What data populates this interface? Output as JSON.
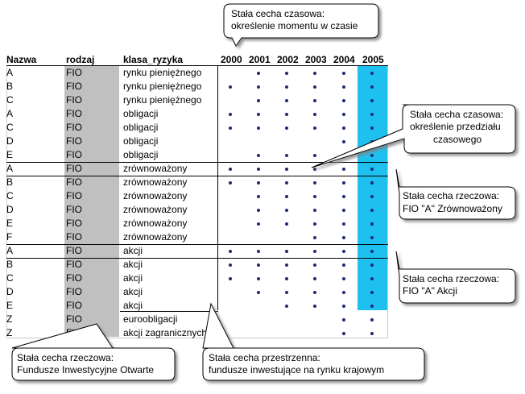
{
  "headers": {
    "nazwa": "Nazwa",
    "rodzaj": "rodzaj",
    "klasa": "klasa_ryzyka",
    "years": [
      "2000",
      "2001",
      "2002",
      "2003",
      "2004",
      "2005"
    ]
  },
  "rows": [
    {
      "nazwa": "A",
      "rodzaj": "FIO",
      "klasa": "rynku pieniężnego",
      "dots": [
        0,
        1,
        1,
        1,
        1,
        1
      ]
    },
    {
      "nazwa": "B",
      "rodzaj": "FIO",
      "klasa": "rynku pieniężnego",
      "dots": [
        1,
        1,
        1,
        1,
        1,
        1
      ]
    },
    {
      "nazwa": "C",
      "rodzaj": "FIO",
      "klasa": "rynku pieniężnego",
      "dots": [
        0,
        1,
        1,
        1,
        1,
        1
      ]
    },
    {
      "nazwa": "A",
      "rodzaj": "FIO",
      "klasa": "obligacji",
      "dots": [
        1,
        1,
        1,
        1,
        1,
        1
      ]
    },
    {
      "nazwa": "C",
      "rodzaj": "FIO",
      "klasa": "obligacji",
      "dots": [
        1,
        1,
        1,
        1,
        1,
        1
      ]
    },
    {
      "nazwa": "D",
      "rodzaj": "FIO",
      "klasa": "obligacji",
      "dots": [
        0,
        0,
        0,
        0,
        1,
        1
      ]
    },
    {
      "nazwa": "E",
      "rodzaj": "FIO",
      "klasa": "obligacji",
      "dots": [
        0,
        1,
        1,
        1,
        1,
        1
      ]
    },
    {
      "nazwa": "A",
      "rodzaj": "FIO",
      "klasa": "zrównoważony",
      "dots": [
        1,
        1,
        1,
        1,
        1,
        1
      ]
    },
    {
      "nazwa": "B",
      "rodzaj": "FIO",
      "klasa": "zrównoważony",
      "dots": [
        1,
        1,
        1,
        1,
        1,
        1
      ]
    },
    {
      "nazwa": "C",
      "rodzaj": "FIO",
      "klasa": "zrównoważony",
      "dots": [
        0,
        1,
        1,
        1,
        1,
        1
      ]
    },
    {
      "nazwa": "D",
      "rodzaj": "FIO",
      "klasa": "zrównoważony",
      "dots": [
        0,
        1,
        1,
        1,
        1,
        1
      ]
    },
    {
      "nazwa": "E",
      "rodzaj": "FIO",
      "klasa": "zrównoważony",
      "dots": [
        0,
        1,
        1,
        1,
        1,
        1
      ]
    },
    {
      "nazwa": "F",
      "rodzaj": "FIO",
      "klasa": "zrównoważony",
      "dots": [
        0,
        0,
        0,
        1,
        1,
        1
      ]
    },
    {
      "nazwa": "A",
      "rodzaj": "FIO",
      "klasa": "akcji",
      "dots": [
        1,
        1,
        1,
        1,
        1,
        1
      ]
    },
    {
      "nazwa": "B",
      "rodzaj": "FIO",
      "klasa": "akcji",
      "dots": [
        1,
        1,
        1,
        1,
        1,
        1
      ]
    },
    {
      "nazwa": "C",
      "rodzaj": "FIO",
      "klasa": "akcji",
      "dots": [
        1,
        1,
        1,
        1,
        1,
        1
      ]
    },
    {
      "nazwa": "D",
      "rodzaj": "FIO",
      "klasa": "akcji",
      "dots": [
        0,
        1,
        1,
        1,
        1,
        1
      ]
    },
    {
      "nazwa": "E",
      "rodzaj": "FIO",
      "klasa": "akcji",
      "dots": [
        0,
        0,
        1,
        1,
        1,
        1
      ]
    },
    {
      "nazwa": "Z",
      "rodzaj": "FIO",
      "klasa": "euroobligacji",
      "dots": [
        0,
        0,
        0,
        0,
        1,
        1
      ]
    },
    {
      "nazwa": "Z",
      "rodzaj": "FIO",
      "klasa": "akcji zagranicznych",
      "dots": [
        0,
        0,
        0,
        0,
        1,
        1
      ]
    }
  ],
  "callouts": {
    "time_point": [
      "Stała cecha czasowa:",
      "określenie momentu w czasie"
    ],
    "time_interval": [
      "Stała cecha czasowa:",
      "określenie przedziału",
      "czasowego"
    ],
    "fio_a_zrown": [
      "Stała cecha rzeczowa:",
      "FIO \"A\" Zrównoważony"
    ],
    "fio_a_akcji": [
      "Stała cecha rzeczowa:",
      "FIO \"A\" Akcji"
    ],
    "fundusze": [
      "Stała cecha rzeczowa:",
      "Fundusze Inwestycyjne Otwarte"
    ],
    "przestrzenna": [
      "Stała cecha przestrzenna:",
      "fundusze inwestujące na rynku krajowym"
    ]
  },
  "colors": {
    "highlight_column": "#1ec0ef",
    "rodzaj_column": "#c0c0c0",
    "dot": "#1c2a78"
  }
}
